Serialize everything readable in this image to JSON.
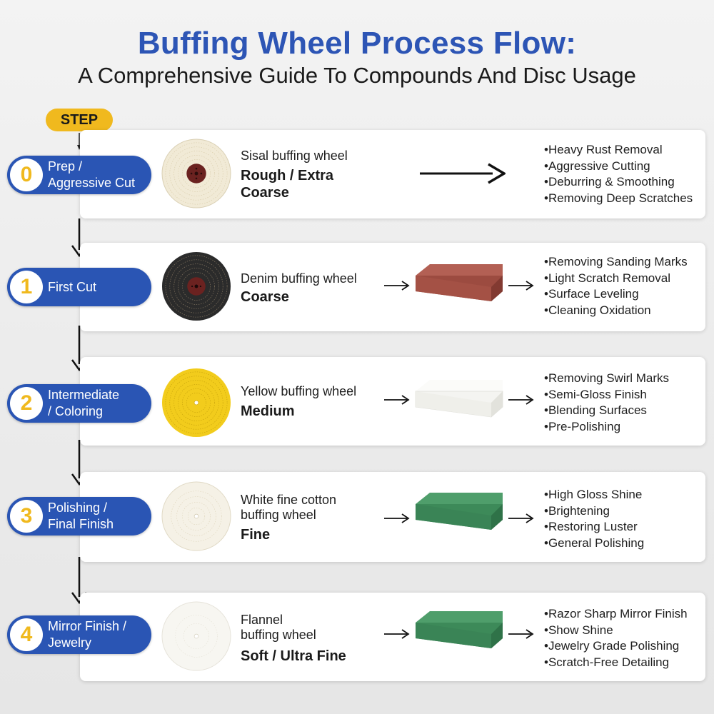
{
  "header": {
    "title": "Buffing Wheel Process Flow:",
    "subtitle": "A Comprehensive Guide To Compounds And Disc Usage",
    "step_badge": "STEP"
  },
  "colors": {
    "title_blue": "#2d55b5",
    "pill_blue": "#2a55b4",
    "accent_yellow": "#f0b91e",
    "compound_brown": "#9c4b40",
    "compound_white": "#f4f4f1",
    "compound_green": "#3d8a59"
  },
  "steps": [
    {
      "number": "0",
      "label_line1": "Prep /",
      "label_line2": "Aggressive Cut",
      "wheel_name_line1": "Sisal buffing wheel",
      "wheel_name_line2": "",
      "grade_line1": "Rough / Extra",
      "grade_line2": "Coarse",
      "wheel_icon": "sisal-wheel",
      "compound": "none",
      "uses": [
        "•Heavy Rust Removal",
        "•Aggressive Cutting",
        "•Deburring & Smoothing",
        "•Removing Deep Scratches"
      ]
    },
    {
      "number": "1",
      "label_line1": "First Cut",
      "label_line2": "",
      "wheel_name_line1": "Denim buffing wheel",
      "wheel_name_line2": "",
      "grade_line1": "Coarse",
      "grade_line2": "",
      "wheel_icon": "denim-wheel",
      "compound": "brown-compound-bar",
      "uses": [
        "•Removing Sanding Marks",
        "•Light Scratch Removal",
        "•Surface Leveling",
        "•Cleaning Oxidation"
      ]
    },
    {
      "number": "2",
      "label_line1": "Intermediate",
      "label_line2": "/ Coloring",
      "wheel_name_line1": "Yellow buffing wheel",
      "wheel_name_line2": "",
      "grade_line1": "Medium",
      "grade_line2": "",
      "wheel_icon": "yellow-wheel",
      "compound": "white-compound-bar",
      "uses": [
        "•Removing Swirl Marks",
        "•Semi-Gloss Finish",
        "•Blending Surfaces",
        "•Pre-Polishing"
      ]
    },
    {
      "number": "3",
      "label_line1": "Polishing /",
      "label_line2": "Final Finish",
      "wheel_name_line1": "White fine cotton",
      "wheel_name_line2": "buffing wheel",
      "grade_line1": "Fine",
      "grade_line2": "",
      "wheel_icon": "white-cotton-wheel",
      "compound": "green-compound-bar",
      "uses": [
        "•High Gloss Shine",
        "•Brightening",
        "•Restoring Luster",
        "•General Polishing"
      ]
    },
    {
      "number": "4",
      "label_line1": "Mirror Finish /",
      "label_line2": "Jewelry",
      "wheel_name_line1": "Flannel",
      "wheel_name_line2": "buffing wheel",
      "grade_line1": "Soft / Ultra Fine",
      "grade_line2": "",
      "wheel_icon": "flannel-wheel",
      "compound": "green-compound-bar",
      "uses": [
        "•Razor Sharp Mirror Finish",
        "•Show Shine",
        "•Jewelry Grade Polishing",
        "•Scratch-Free Detailing"
      ]
    }
  ]
}
